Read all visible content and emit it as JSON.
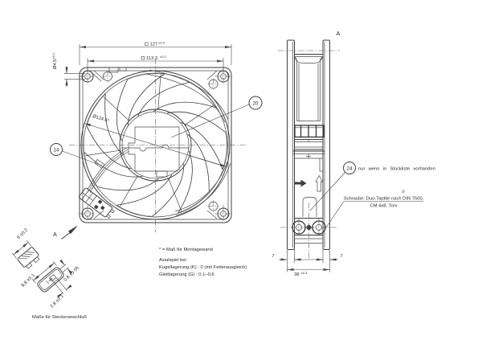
{
  "front_view": {
    "dim_outer": {
      "value": "127",
      "tol": "±0.3"
    },
    "dim_holes": {
      "value": "113.3",
      "tol": "±0.2"
    },
    "dim_hole_dia": {
      "value": "Ø4.5",
      "tol": "±0.1"
    },
    "dim_impeller": "Ø124.5*",
    "callout_motor": "20",
    "callout_cable": "14",
    "view_arrow_label": "A"
  },
  "side_view": {
    "view_label": "A",
    "callout_screw": "24",
    "callout_screw_note": "nur wenn in Stückliste vorhanden",
    "screw_footnote_mark": "①",
    "screw_note_line1": "Schraube: Duo-Taptite nach DIN 7500,",
    "screw_note_line2": "CM 4x8, Torx",
    "dim_depth": {
      "value": "38",
      "tol": "±0.3"
    },
    "dim_flange_left": "7",
    "dim_flange_right": "7"
  },
  "connector_detail": {
    "dim_plug_width": "9 ±0.2",
    "dim_body_width": "8.8 ±0.1",
    "dim_tab_thickness": "0.8 ±0.05",
    "dim_tab_width": "2.8 ±0.1",
    "caption": "Maße für Steckeranschluß"
  },
  "notes": {
    "mounting": "* = Maß für Montagewand",
    "axial_play_title": "Axialspiel bei",
    "axial_play_ball": "Kugellagerung (K) : 0 (mit Federausgleich)",
    "axial_play_sleeve": "Gleitlagerung  (G) : 0,1–0,6"
  }
}
